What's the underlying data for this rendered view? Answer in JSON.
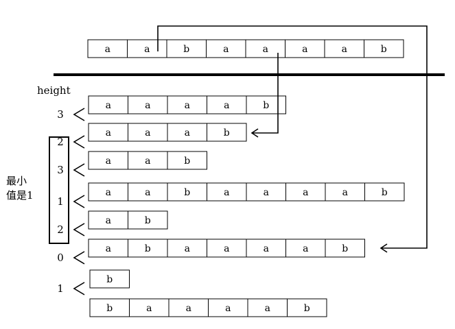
{
  "top_string": [
    "a",
    "a",
    "b",
    "a",
    "a",
    "a",
    "a",
    "b"
  ],
  "height_label": "height",
  "side_note": [
    "最小",
    "值是1"
  ],
  "suffixes": [
    {
      "height": "3",
      "cells": [
        "a",
        "a",
        "a",
        "a",
        "b"
      ]
    },
    {
      "height": "2",
      "cells": [
        "a",
        "a",
        "a",
        "b"
      ]
    },
    {
      "height": "3",
      "cells": [
        "a",
        "a",
        "b"
      ]
    },
    {
      "height": "1",
      "cells": [
        "a",
        "a",
        "b",
        "a",
        "a",
        "a",
        "a",
        "b"
      ]
    },
    {
      "height": "2",
      "cells": [
        "a",
        "b"
      ]
    },
    {
      "height": "0",
      "cells": [
        "a",
        "b",
        "a",
        "a",
        "a",
        "a",
        "b"
      ]
    },
    {
      "height": "1",
      "cells": [
        "b"
      ]
    },
    {
      "height": "",
      "cells": [
        "b",
        "a",
        "a",
        "a",
        "a",
        "b"
      ]
    }
  ]
}
